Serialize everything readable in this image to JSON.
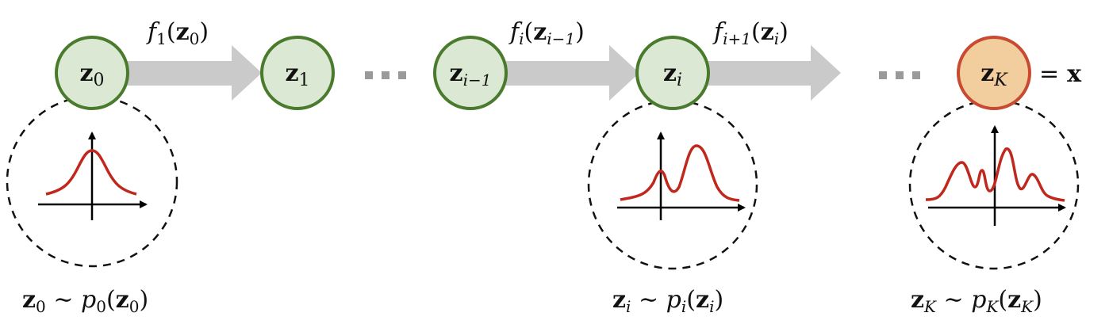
{
  "colors": {
    "node_fill": "#dbe8d4",
    "node_stroke": "#4a7a2c",
    "final_fill": "#f2cd9e",
    "final_stroke": "#c84a30",
    "arrow": "#cacaca",
    "curve": "#c0281e"
  },
  "nodes": [
    {
      "base": "z",
      "sub": "0"
    },
    {
      "base": "z",
      "sub": "1"
    },
    {
      "base": "z",
      "sub": "i−1"
    },
    {
      "base": "z",
      "sub": "i"
    },
    {
      "base": "z",
      "sub": "K"
    }
  ],
  "final_eq": {
    "eq": "=",
    "x": "x"
  },
  "transforms": [
    {
      "f": "f",
      "sub": "1",
      "open": "(",
      "arg": "z",
      "argsub": "0",
      "close": ")"
    },
    {
      "f": "f",
      "sub": "i",
      "open": "(",
      "arg": "z",
      "argsub": "i−1",
      "close": ")"
    },
    {
      "f": "f",
      "sub": "i+1",
      "open": "(",
      "arg": "z",
      "argsub": "i",
      "close": ")"
    }
  ],
  "ellipsis": "· · ·",
  "distributions": [
    {
      "z": "z",
      "zsub": "0",
      "sim": " ∼ ",
      "p": "p",
      "psub": "0",
      "open": "(",
      "arg": "z",
      "argsub": "0",
      "close": ")"
    },
    {
      "z": "z",
      "zsub": "i",
      "sim": " ∼ ",
      "p": "p",
      "psub": "i",
      "open": "(",
      "arg": "z",
      "argsub": "i",
      "close": ")"
    },
    {
      "z": "z",
      "zsub": "K",
      "sim": " ∼ ",
      "p": "p",
      "psub": "K",
      "open": "(",
      "arg": "z",
      "argsub": "K",
      "close": ")"
    }
  ]
}
